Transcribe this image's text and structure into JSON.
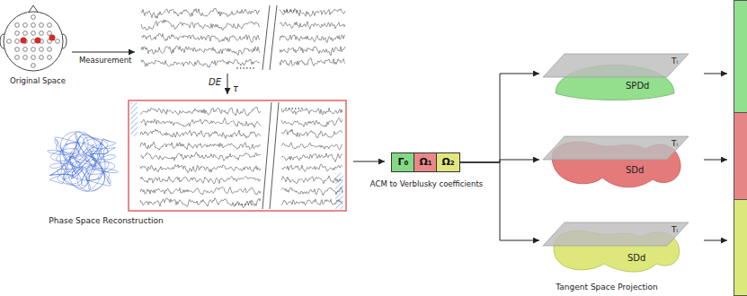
{
  "diagram": {
    "nodes": [
      {
        "text": [
          "ACM to Verblusky coefficients"
        ]
      },
      {
        "text": [
          "Γ₀"
        ],
        "in": 0
      },
      {
        "text": [
          "Ω₁"
        ],
        "in": 0
      },
      {
        "text": [
          "Ω₂"
        ],
        "in": 0
      },
      {
        "text": [
          "Tᵢ",
          "SPDd"
        ]
      },
      {
        "text": [
          "Tᵢ",
          "SDd"
        ]
      },
      {
        "text": [
          "Tᵢ",
          "SDd"
        ]
      }
    ],
    "edges": [
      {
        "from": 0,
        "to": 4,
        "arrow": "to"
      },
      {
        "from": 0,
        "to": 5,
        "arrow": "to"
      },
      {
        "from": 0,
        "to": 6,
        "arrow": "to"
      }
    ],
    "labels": [
      "Original Space",
      "Measurement",
      "DE",
      "τ",
      "Phase Space Reconstruction",
      "Tangent Space Projection"
    ]
  }
}
